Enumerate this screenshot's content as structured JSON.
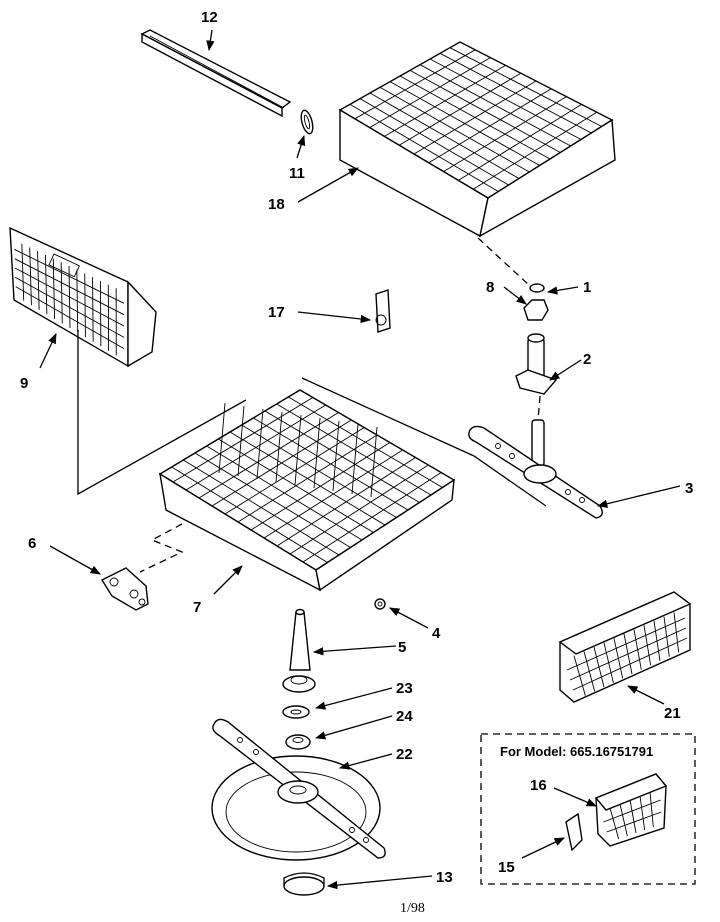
{
  "callouts": [
    "1",
    "2",
    "3",
    "4",
    "5",
    "6",
    "7",
    "8",
    "9",
    "11",
    "12",
    "13",
    "15",
    "16",
    "17",
    "18",
    "21",
    "22",
    "23",
    "24"
  ],
  "model_box": {
    "title": "For Model: 665.16751791"
  },
  "footer": {
    "date": "1/98"
  }
}
